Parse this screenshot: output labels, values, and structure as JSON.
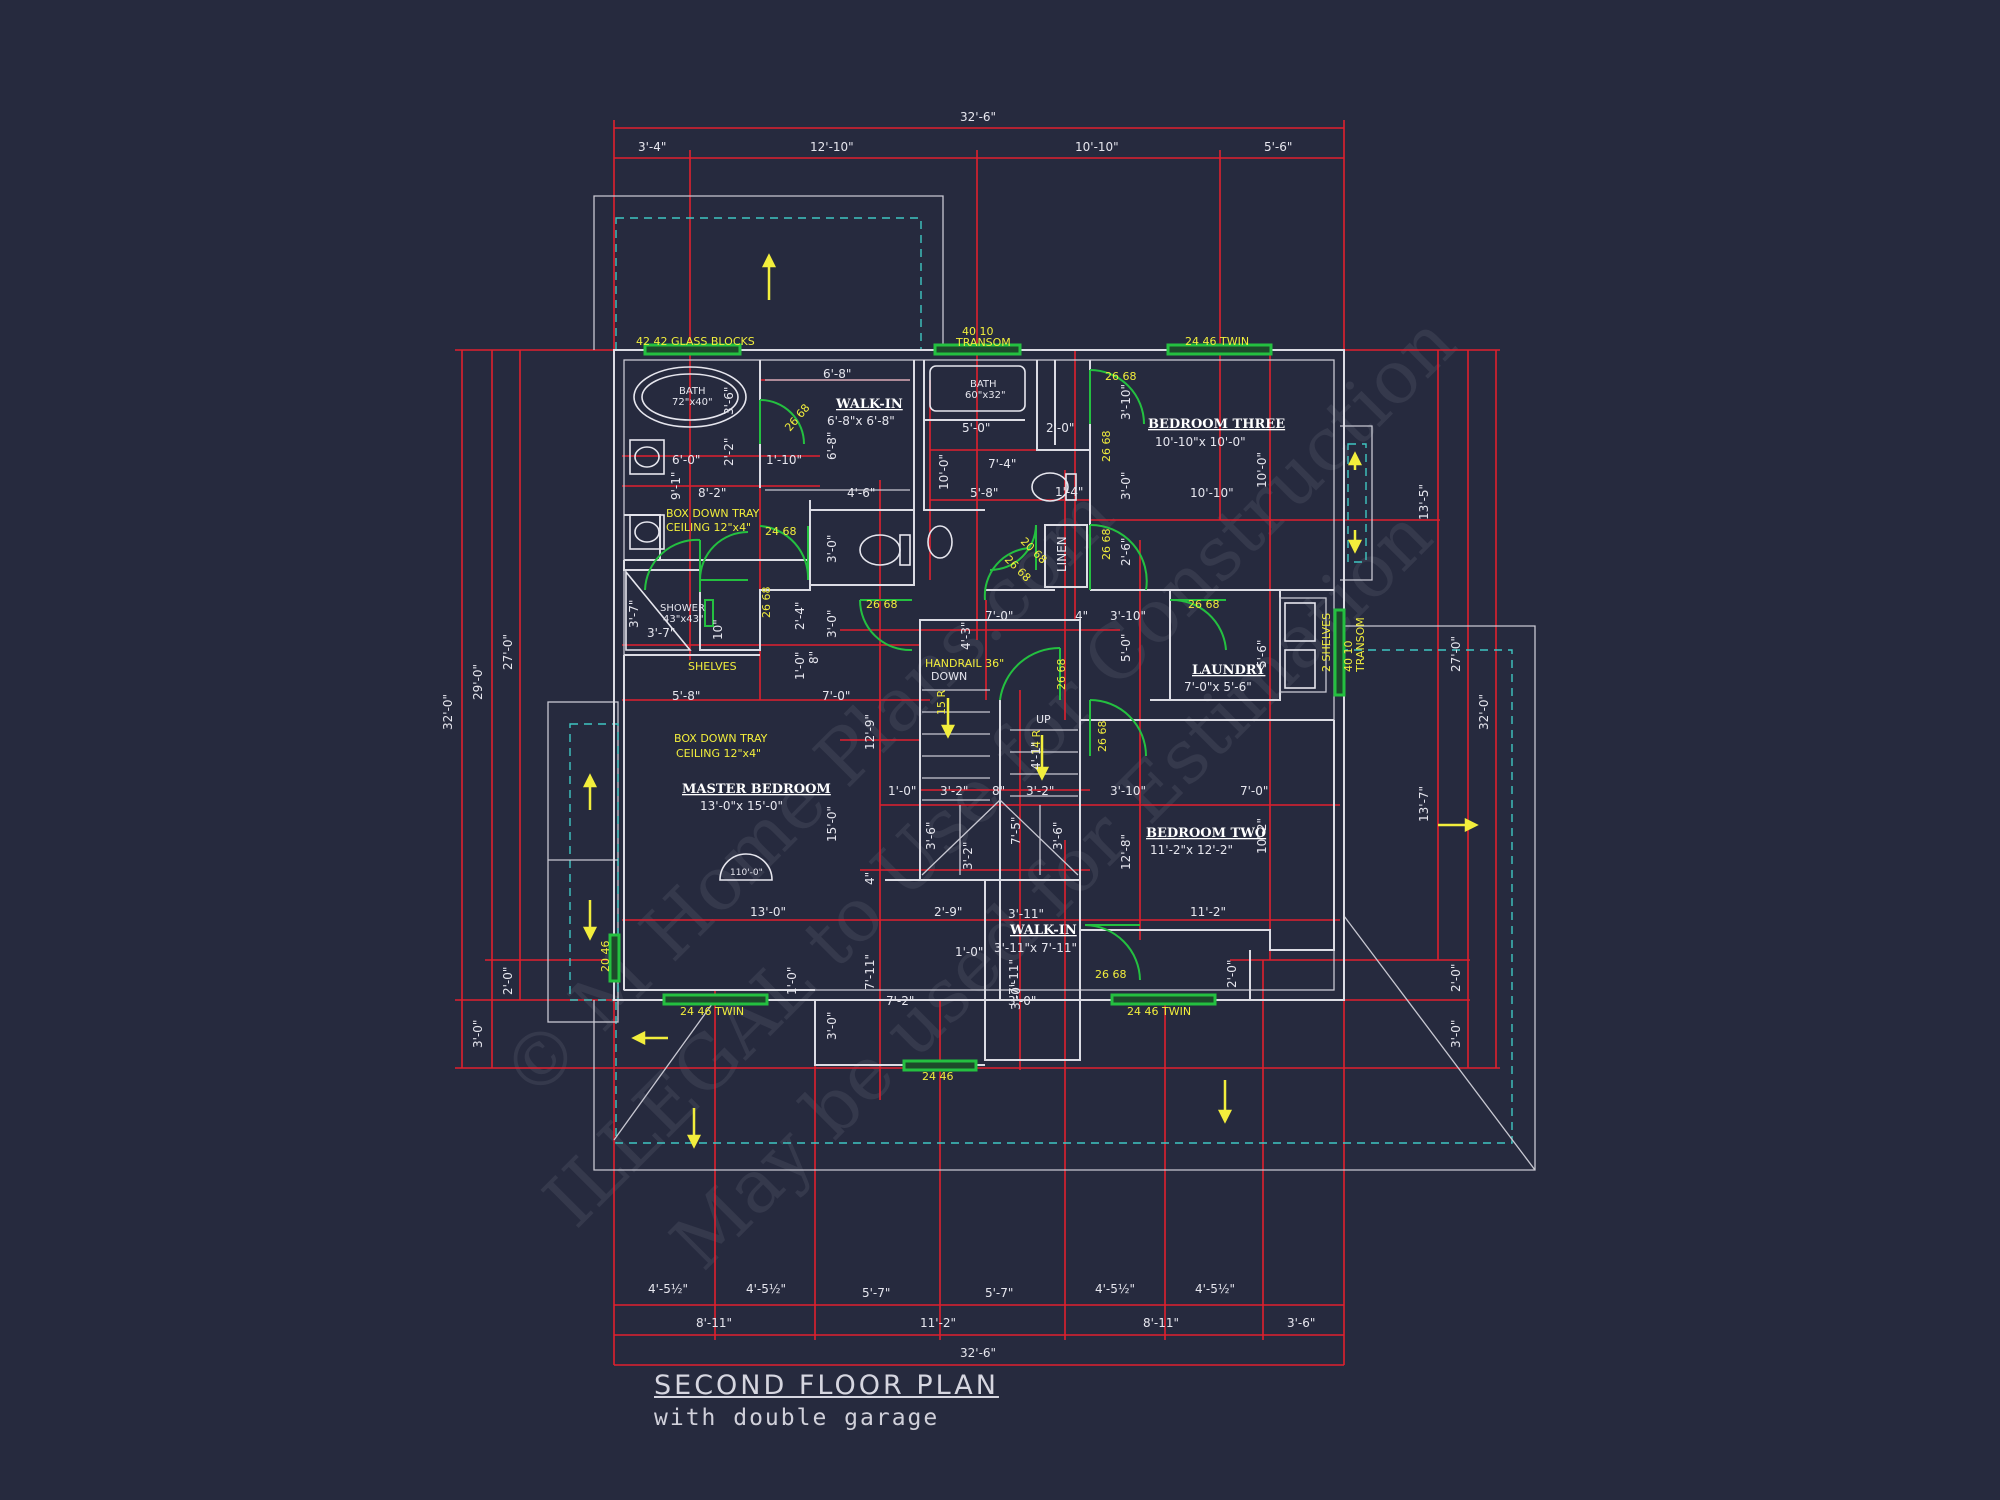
{
  "title": {
    "main": "SECOND FLOOR PLAN",
    "sub": "with double garage"
  },
  "watermark": [
    "© M Home Plans.com",
    "ILLEGAL to Use for Construction",
    "May be used for Estimation"
  ],
  "rooms": {
    "master_bedroom": {
      "name": "MASTER BEDROOM",
      "size": "13'-0\"x 15'-0\""
    },
    "bedroom_two": {
      "name": "BEDROOM TWO",
      "size": "11'-2\"x 12'-2\""
    },
    "bedroom_three": {
      "name": "BEDROOM THREE",
      "size": "10'-10\"x 10'-0\""
    },
    "laundry": {
      "name": "LAUNDRY",
      "size": "7'-0\"x 5'-6\""
    },
    "walkin_top": {
      "name": "WALK-IN",
      "size": "6'-8\"x 6'-8\""
    },
    "walkin_bottom": {
      "name": "WALK-IN",
      "size": "3'-11\"x 7'-11\""
    },
    "linen": "LINEN",
    "bath_master": {
      "name": "BATH",
      "size": "72\"x40\""
    },
    "bath_hall": {
      "name": "BATH",
      "size": "60\"x32\""
    },
    "shower": {
      "name": "SHOWER",
      "size": "43\"x43\""
    }
  },
  "notes": {
    "glass_blocks": "42 42 GLASS BLOCKS",
    "transom_top": "40 10\nTRANSOM",
    "transom_top_1": "40 10",
    "transom_top_2": "TRANSOM",
    "twin_top": "24 46 TWIN",
    "tray_upper_1": "BOX DOWN TRAY",
    "tray_upper_2": "CEILING 12\"x4\"",
    "tray_lower_1": "BOX DOWN TRAY",
    "tray_lower_2": "CEILING 12\"x4\"",
    "shelves": "SHELVES",
    "handrail": "HANDRAIL 36\"",
    "down": "DOWN",
    "up": "UP",
    "shelves_laundry": "2 SHELVES",
    "transom_right_1": "40 10",
    "transom_right_2": "TRANSOM",
    "win_2046": "20 46",
    "twin_bl": "24 46 TWIN",
    "twin_br": "24 46 TWIN",
    "win_2446": "24 46",
    "arc": "110'-0\"",
    "r15": "15 R",
    "r14": "14 R"
  },
  "doors": {
    "d1": "26 68",
    "d2": "26 68",
    "d3": "24 68",
    "d4": "26 68",
    "d5": "20 68",
    "d6": "26 68",
    "d7": "26 68",
    "d8": "26 68",
    "d9": "26 68",
    "d10": "26 68",
    "d11": "26 68",
    "d12": "26 68",
    "d13": "26 68"
  },
  "dims": {
    "overall_top": "32'-6\"",
    "top_1": "3'-4\"",
    "top_2": "12'-10\"",
    "top_3": "10'-10\"",
    "top_4": "5'-6\"",
    "bot_a1": "4'-5½\"",
    "bot_a2": "4'-5½\"",
    "bot_a3": "5'-7\"",
    "bot_a4": "5'-7\"",
    "bot_a5": "4'-5½\"",
    "bot_a6": "4'-5½\"",
    "bot_b1": "8'-11\"",
    "bot_b2": "11'-2\"",
    "bot_b3": "8'-11\"",
    "bot_b4": "3'-6\"",
    "overall_bottom": "32'-6\"",
    "left_1": "32'-0\"",
    "left_2": "29'-0\"",
    "left_3": "27'-0\"",
    "left_4": "2'-0\"",
    "left_5": "3'-0\"",
    "right_1": "13'-5\"",
    "right_2": "27'-0\"",
    "right_3": "32'-0\"",
    "right_4": "13'-7\"",
    "right_5": "2'-0\"",
    "right_6": "3'-0\"",
    "i1": "6'-8\"",
    "i2": "3'-6\"",
    "i3": "6'-0\"",
    "i4": "2'-2\"",
    "i5": "1'-10\"",
    "i6": "8'-2\"",
    "i7": "9'-1\"",
    "i8": "6'-8\"",
    "i9": "4'-6\"",
    "i10": "5'-0\"",
    "i11": "2'-0\"",
    "i12": "7'-4\"",
    "i13": "5'-8\"",
    "i14": "10'-0\"",
    "i15": "1'-4\"",
    "i16": "3'-10\"",
    "i17": "3'-0\"",
    "i18": "10'-10\"",
    "i19": "10'-0\"",
    "i20": "3'-0\"",
    "i21": "2'-6\"",
    "i22": "3'-7\"",
    "i23": "3'-7\"",
    "i24": "10\"",
    "i25": "2'-4\"",
    "i26": "3'-0\"",
    "i27": "1'-0\"",
    "i28": "8\"",
    "i29": "7'-0\"",
    "i30": "4'-3\"",
    "i31": "4\"",
    "i32": "3'-10\"",
    "i33": "5'-0\"",
    "i34": "5'-6\"",
    "i35": "5'-8\"",
    "i36": "7'-0\"",
    "i37": "12'-9\"",
    "i38": "15'-0\"",
    "i39": "1'-0\"",
    "i40": "3'-2\"",
    "i41": "8\"",
    "i42": "3'-2\"",
    "i43": "3'-10\"",
    "i44": "7'-0\"",
    "i45": "3'-6\"",
    "i46": "3'-2\"",
    "i47": "7'-5\"",
    "i48": "3'-6\"",
    "i49": "12'-8\"",
    "i50": "10'-2\"",
    "i51": "13'-0\"",
    "i52": "2'-9\"",
    "i53": "3'-11\"",
    "i54": "11'-2\"",
    "i55": "4\"",
    "i56": "1'-0\"",
    "i57": "7'-11\"",
    "i58": "7'-11\"",
    "i59": "7'-2\"",
    "i60": "3'-0\"",
    "i61": "3'-0\"",
    "i62": "2'-0\"",
    "i63": "1'-0\"",
    "i64": "4'-1\"",
    "i65": "3'-0\""
  }
}
